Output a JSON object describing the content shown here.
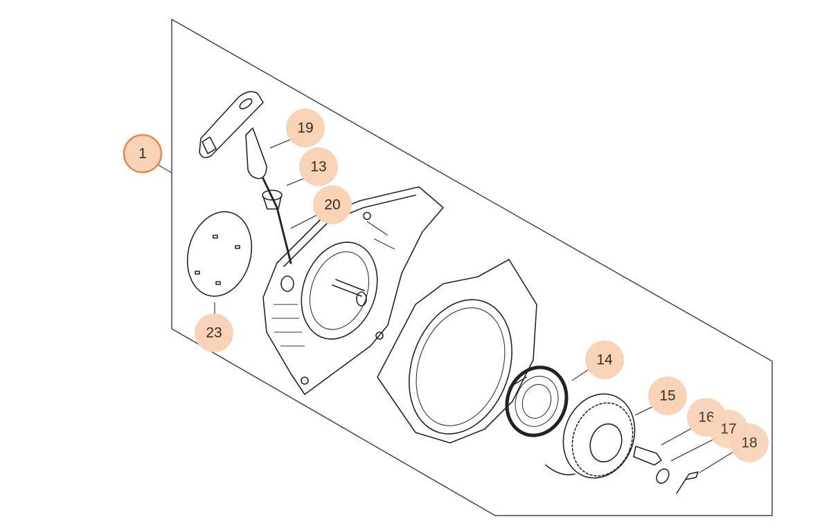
{
  "diagram": {
    "callouts": [
      {
        "id": "1",
        "label": "1"
      },
      {
        "id": "19",
        "label": "19"
      },
      {
        "id": "13",
        "label": "13"
      },
      {
        "id": "20",
        "label": "20"
      },
      {
        "id": "23",
        "label": "23"
      },
      {
        "id": "14",
        "label": "14"
      },
      {
        "id": "15",
        "label": "15"
      },
      {
        "id": "16",
        "label": "16"
      },
      {
        "id": "17",
        "label": "17"
      },
      {
        "id": "18",
        "label": "18"
      }
    ],
    "colors": {
      "bubble": "#f8d3b7",
      "bubble_border": "#e08a48",
      "line": "#222222"
    }
  }
}
